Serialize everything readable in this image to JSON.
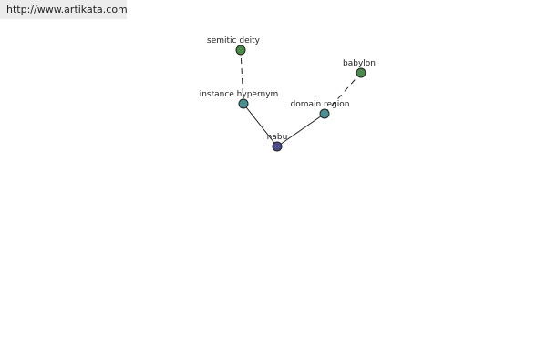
{
  "header": {
    "url": "http://www.artikata.com"
  },
  "graph": {
    "nodes": [
      {
        "id": "nabu",
        "label": "nabu",
        "color": "#4a4a8c"
      },
      {
        "id": "instance-hypernym",
        "label": "instance hypernym",
        "color": "#4a9090"
      },
      {
        "id": "semitic-deity",
        "label": "semitic deity",
        "color": "#4a8a4a"
      },
      {
        "id": "domain-region",
        "label": "domain region",
        "color": "#4a9090"
      },
      {
        "id": "babylon",
        "label": "babylon",
        "color": "#4a8a4a"
      }
    ],
    "edges": [
      {
        "from": "nabu",
        "to": "instance-hypernym",
        "style": "solid"
      },
      {
        "from": "instance-hypernym",
        "to": "semitic-deity",
        "style": "dashed"
      },
      {
        "from": "nabu",
        "to": "domain-region",
        "style": "solid"
      },
      {
        "from": "domain-region",
        "to": "babylon",
        "style": "dashed"
      }
    ]
  }
}
